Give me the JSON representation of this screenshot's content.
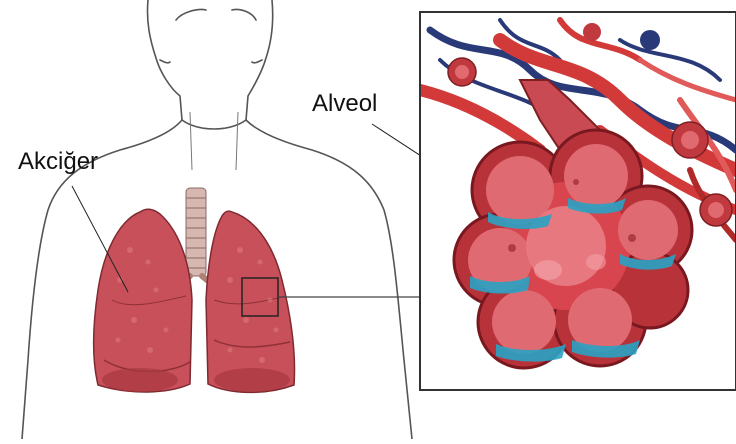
{
  "labels": {
    "lung": "Akciğer",
    "alveolus": "Alveol"
  },
  "colors": {
    "lung_fill": "#c8505a",
    "lung_dark": "#9a3038",
    "alveolus_fill": "#d8454f",
    "alveolus_dark": "#8e1f27",
    "fluid": "#2aa3c4",
    "vein": "#2a3a78",
    "artery": "#d23a3a",
    "outline": "#555555"
  },
  "icons": {
    "body": "human-torso-outline",
    "lungs": "lungs-illustration",
    "zoom": "alveolus-closeup"
  }
}
